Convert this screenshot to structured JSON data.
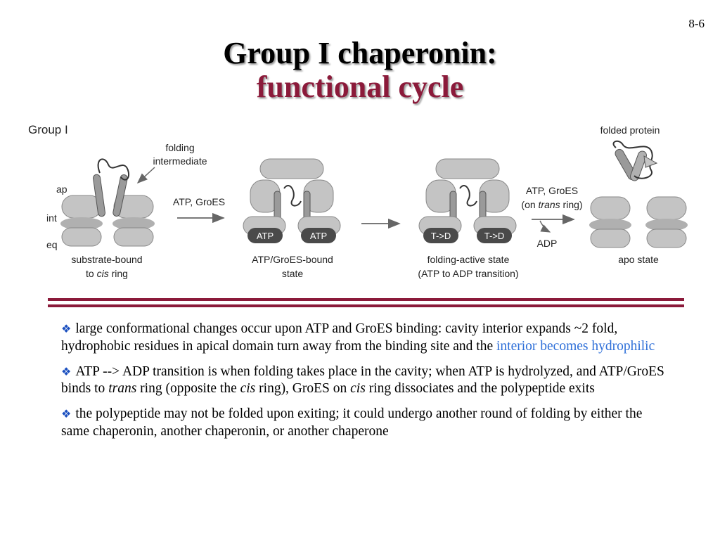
{
  "slide_number": "8-6",
  "title": {
    "line1": "Group I chaperonin:",
    "line2": "functional cycle"
  },
  "figure": {
    "group_label": "Group I",
    "folding_intermediate": [
      "folding",
      "intermediate"
    ],
    "domain_labels": [
      "ap",
      "int",
      "eq"
    ],
    "states": [
      {
        "label_line1": "substrate-bound",
        "label_line2_pre": "to ",
        "label_line2_em": "cis",
        "label_line2_post": " ring"
      },
      {
        "label_line1": "ATP/GroES-bound",
        "label_line2": "state"
      },
      {
        "label_line1": "folding-active state",
        "label_line2": "(ATP to ADP transition)"
      },
      {
        "label_line1": "apo state"
      }
    ],
    "step1": "ATP, GroES",
    "step3_line1": "ATP, GroES",
    "step3_line2_pre": "(on ",
    "step3_line2_em": "trans",
    "step3_line2_post": " ring)",
    "step3_release": "ADP",
    "atp_tags": [
      "ATP",
      "ATP"
    ],
    "transition_tags": [
      "T->D",
      "T->D"
    ],
    "folded_protein": "folded protein",
    "colors": {
      "ring": "#c4c4c4",
      "dark_pill": "#4a4a4a",
      "arrow": "#666666"
    }
  },
  "bullets": [
    {
      "pre": "large conformational changes occur upon ATP and GroES binding: cavity interior expands ~2 fold, hydrophobic residues in apical domain turn away from the binding site and the ",
      "highlight": "interior becomes hydrophilic"
    },
    {
      "t1": "ATP --> ADP transition is when folding takes place in the cavity; when ATP is hydrolyzed, and ATP/GroES binds to ",
      "em1": "trans",
      "t2": " ring (opposite the ",
      "em2": "cis",
      "t3": " ring), GroES on ",
      "em3": "cis",
      "t4": " ring dissociates and the polypeptide exits"
    },
    {
      "text": "the polypeptide may not be folded upon exiting; it could undergo another round of folding by either the same chaperonin, another chaperonin, or another chaperone"
    }
  ],
  "bullet_mark": "❖",
  "colors": {
    "title_accent": "#8b1a3a",
    "highlight": "#2e6fd8",
    "rule": "#8b1a3a"
  }
}
